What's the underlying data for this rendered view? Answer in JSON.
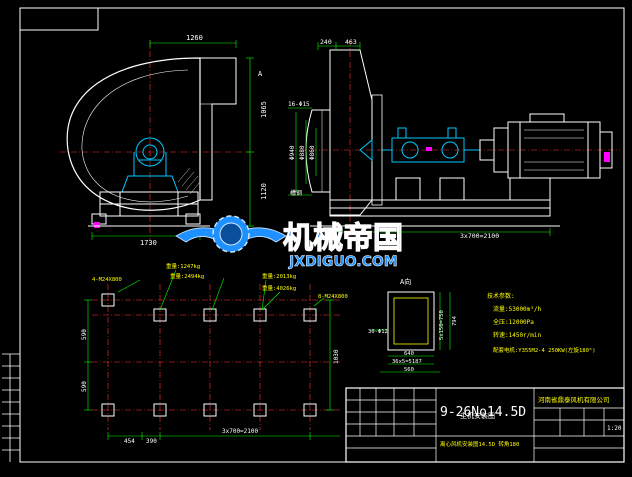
{
  "colors": {
    "background": "#000000",
    "outline": "#ffffff",
    "dimension": "#00ff00",
    "centerline": "#ff3030",
    "component": "#00c8ff",
    "magenta": "#ff00ff",
    "watermark": "#1e90ff",
    "note_text": "#ffff00"
  },
  "front_view": {
    "dim_top": "1260",
    "dim_right_upper": "1065",
    "dim_right_lower": "1120",
    "dim_bottom": "1730",
    "section_mark": "A"
  },
  "side_view": {
    "dim_top_a": "240",
    "dim_top_b": "463",
    "dim_holes": "16-Φ15",
    "dim_v1": "Φ940",
    "dim_v2": "Φ880",
    "dim_v3": "Φ860",
    "label_pulley": "槽钢",
    "dim_bottom": "3x700=2100"
  },
  "watermark": {
    "cn": "机械帝国",
    "en": "JXDIGUO.COM",
    "emblem": "gear-wings-logo"
  },
  "foundation_plan": {
    "bolts_left": "4-M24X800",
    "bolts_right": "8-M24X800",
    "note1": "重量:1247kg",
    "note2": "重量:2494kg",
    "note3": "重量:2013kg",
    "note4": "重量:4026kg",
    "dim_left_upper": "590",
    "dim_left_lower": "590",
    "dim_bottom_a": "454",
    "dim_bottom_b": "390",
    "dim_bottom_c": "3x700=2100",
    "dim_right": "1030"
  },
  "section_a": {
    "title": "A向",
    "dim_left": "30-Φ12",
    "dim_right_a": "5x150=750",
    "dim_right_b": "794",
    "dim_bottom_a": "640",
    "dim_bottom_b": "36x5=5187",
    "dim_bottom_c": "560"
  },
  "specs": {
    "heading": "技术参数:",
    "flow": "流量:53000m³/h",
    "pressure": "全压:12000Pa",
    "speed": "转速:1450r/min",
    "motor": "配套电机:Y355M2-4 250KW(左旋180°)"
  },
  "title_block": {
    "model": "9-26No14.5D",
    "subtitle": "主机安装图",
    "company": "河南省鼎泰风机有限公司",
    "drawing_name": "离心风机安装图14.5D 转角180",
    "scale": "1:20"
  }
}
